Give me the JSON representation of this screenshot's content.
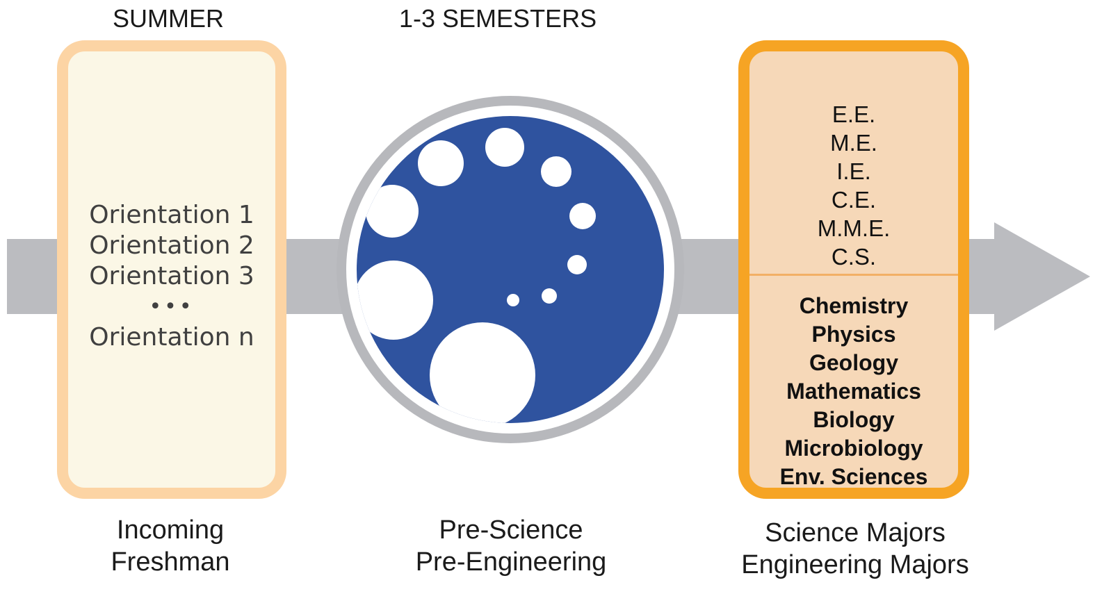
{
  "headers": {
    "summer": "SUMMER",
    "semesters": "1-3 SEMESTERS"
  },
  "orientation": {
    "items": [
      "Orientation 1",
      "Orientation 2",
      "Orientation 3",
      "•••",
      "Orientation n"
    ]
  },
  "majors": {
    "engineering": [
      "E.E.",
      "M.E.",
      "I.E.",
      "C.E.",
      "M.M.E.",
      "C.S."
    ],
    "science": [
      "Chemistry",
      "Physics",
      "Geology",
      "Mathematics",
      "Biology",
      "Microbiology",
      "Env. Sciences"
    ]
  },
  "captions": {
    "left_line1": "Incoming",
    "left_line2": "Freshman",
    "middle_line1": "Pre-Science",
    "middle_line2": "Pre-Engineering",
    "right_line1": "Science Majors",
    "right_line2": "Engineering Majors"
  },
  "colors": {
    "arrow": "#bbbcc0",
    "circle_fill": "#2f539f",
    "circle_ring": "#b7b8bc",
    "left_border": "#fcd4a4",
    "left_fill": "#fbf7e6",
    "right_border": "#f6a424",
    "right_fill": "#f6d8b8"
  }
}
